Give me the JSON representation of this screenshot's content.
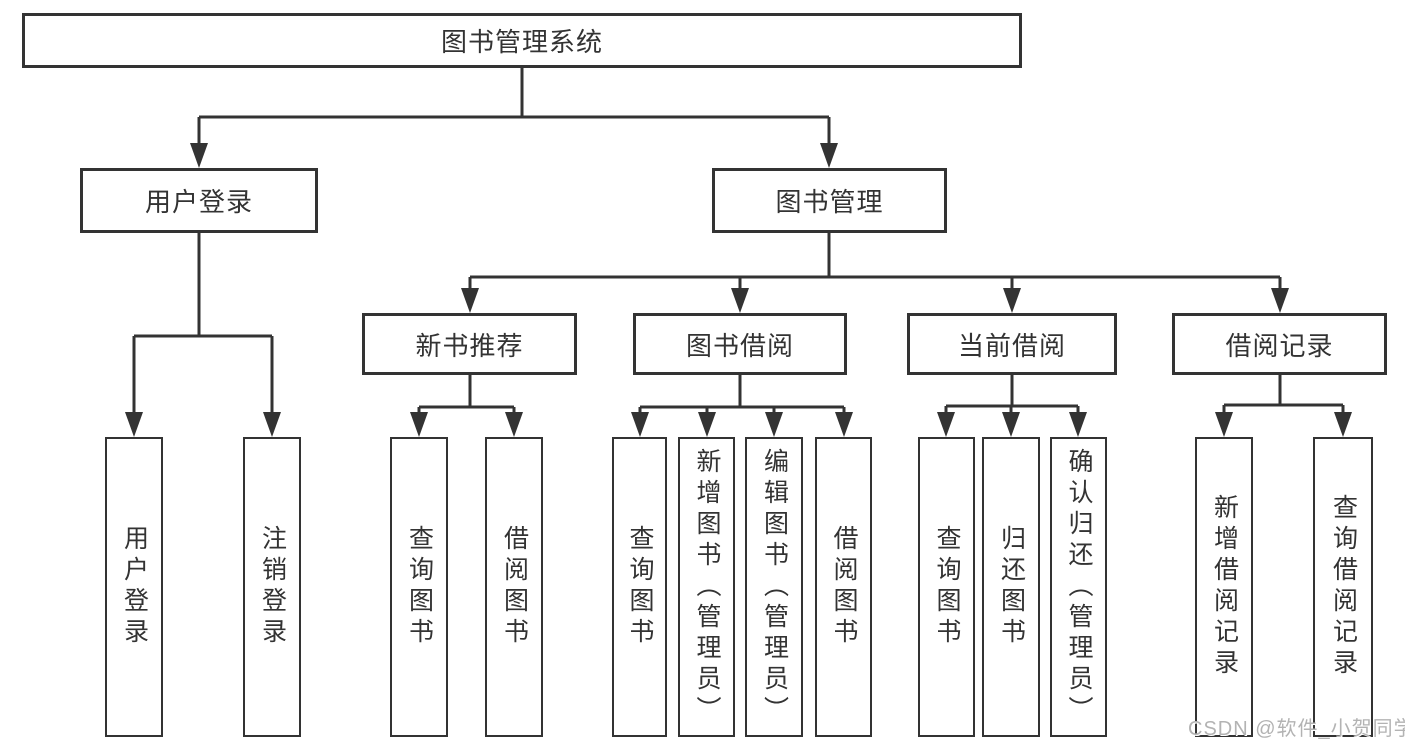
{
  "tree": {
    "label": "图书管理系统",
    "children": [
      {
        "label": "用户登录",
        "children": [
          {
            "label": "用户登录"
          },
          {
            "label": "注销登录"
          }
        ]
      },
      {
        "label": "图书管理",
        "children": [
          {
            "label": "新书推荐",
            "children": [
              {
                "label": "查询图书"
              },
              {
                "label": "借阅图书"
              }
            ]
          },
          {
            "label": "图书借阅",
            "children": [
              {
                "label": "查询图书"
              },
              {
                "label": "新增图书（管理员）"
              },
              {
                "label": "编辑图书（管理员）"
              },
              {
                "label": "借阅图书"
              }
            ]
          },
          {
            "label": "当前借阅",
            "children": [
              {
                "label": "查询图书"
              },
              {
                "label": "归还图书"
              },
              {
                "label": "确认归还（管理员）"
              }
            ]
          },
          {
            "label": "借阅记录",
            "children": [
              {
                "label": "新增借阅记录"
              },
              {
                "label": "查询借阅记录"
              }
            ]
          }
        ]
      }
    ]
  },
  "watermark": "CSDN @软件_小贺同学",
  "colors": {
    "line": "#333333",
    "text": "#333333",
    "watermark": "#b3b3b3",
    "background": "#ffffff"
  }
}
